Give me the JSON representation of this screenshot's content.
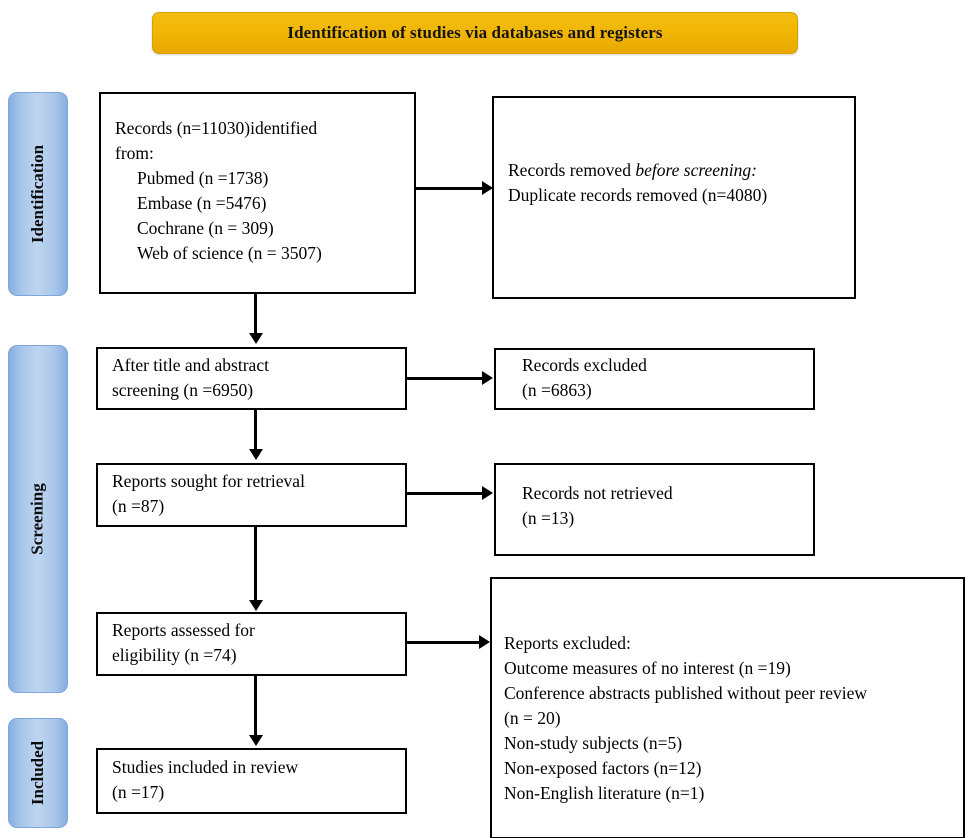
{
  "banner": {
    "title": "Identification of studies via databases and registers",
    "bg_color": "#f2b705"
  },
  "stages": [
    {
      "id": "identification",
      "label": "Identification"
    },
    {
      "id": "screening",
      "label": "Screening"
    },
    {
      "id": "included",
      "label": "Included"
    }
  ],
  "boxes": {
    "records_identified": {
      "line1": "Records (n=11030)identified",
      "line2": "from:",
      "sources": [
        "Pubmed (n =1738)",
        "Embase (n =5476)",
        "Cochrane (n = 309)",
        "Web of science (n = 3507)"
      ]
    },
    "records_removed": {
      "line1_prefix": "Records removed ",
      "line1_italic": "before screening:",
      "line2": "Duplicate records removed (n=4080)"
    },
    "after_title_abstract": {
      "line1": "After title and abstract",
      "line2": "screening (n =6950)"
    },
    "records_excluded": {
      "line1": "Records excluded",
      "line2": "(n =6863)"
    },
    "reports_sought": {
      "line1": "Reports sought for retrieval",
      "line2": "(n =87)"
    },
    "records_not_retrieved": {
      "line1": "Records not retrieved",
      "line2": "(n =13)"
    },
    "reports_assessed": {
      "line1": "Reports assessed for",
      "line2": "eligibility (n =74)"
    },
    "reports_excluded": {
      "heading": "Reports excluded:",
      "reasons": [
        "Outcome measures of no interest (n =19)",
        "Conference abstracts published without peer review",
        "(n = 20)",
        "Non-study subjects (n=5)",
        "Non-exposed factors (n=12)",
        "Non-English literature (n=1)"
      ]
    },
    "studies_included": {
      "line1": "Studies included in review",
      "line2": "(n =17)"
    }
  },
  "chart_data": {
    "type": "diagram",
    "title": "Identification of studies via databases and registers",
    "nodes": [
      {
        "id": "records_identified",
        "stage": "Identification",
        "n": 11030,
        "breakdown": {
          "Pubmed": 1738,
          "Embase": 5476,
          "Cochrane": 309,
          "Web of science": 3507
        }
      },
      {
        "id": "records_removed",
        "stage": "Identification",
        "duplicate_records_removed": 4080
      },
      {
        "id": "after_title_abstract",
        "stage": "Screening",
        "n": 6950
      },
      {
        "id": "records_excluded",
        "stage": "Screening",
        "n": 6863
      },
      {
        "id": "reports_sought",
        "stage": "Screening",
        "n": 87
      },
      {
        "id": "records_not_retrieved",
        "stage": "Screening",
        "n": 13
      },
      {
        "id": "reports_assessed",
        "stage": "Screening",
        "n": 74
      },
      {
        "id": "reports_excluded",
        "stage": "Screening",
        "reasons": {
          "Outcome measures of no interest": 19,
          "Conference abstracts published without peer review": 20,
          "Non-study subjects": 5,
          "Non-exposed factors": 12,
          "Non-English literature": 1
        }
      },
      {
        "id": "studies_included",
        "stage": "Included",
        "n": 17
      }
    ]
  }
}
